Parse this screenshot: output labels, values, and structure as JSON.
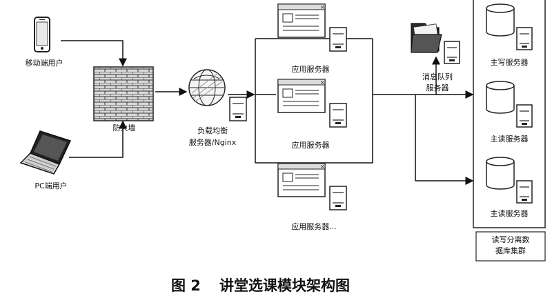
{
  "labels": {
    "mobile_user": "移动端用户",
    "pc_user": "PC端用户",
    "firewall": "防火墙",
    "lb_line1": "负载均衡",
    "lb_line2": "服务器/Nginx",
    "app_server_1": "应用服务器",
    "app_server_2": "应用服务器",
    "app_server_3": "应用服务器...",
    "mq_line1": "消息队列",
    "mq_line2": "服务器",
    "db_master": "主写服务器",
    "db_read_1": "主读服务器",
    "db_read_2": "主读服务器",
    "cluster_line1": "读写分离数",
    "cluster_line2": "据库集群"
  },
  "caption": {
    "fig_no": "图 2",
    "title": "讲堂选课模块架构图"
  }
}
